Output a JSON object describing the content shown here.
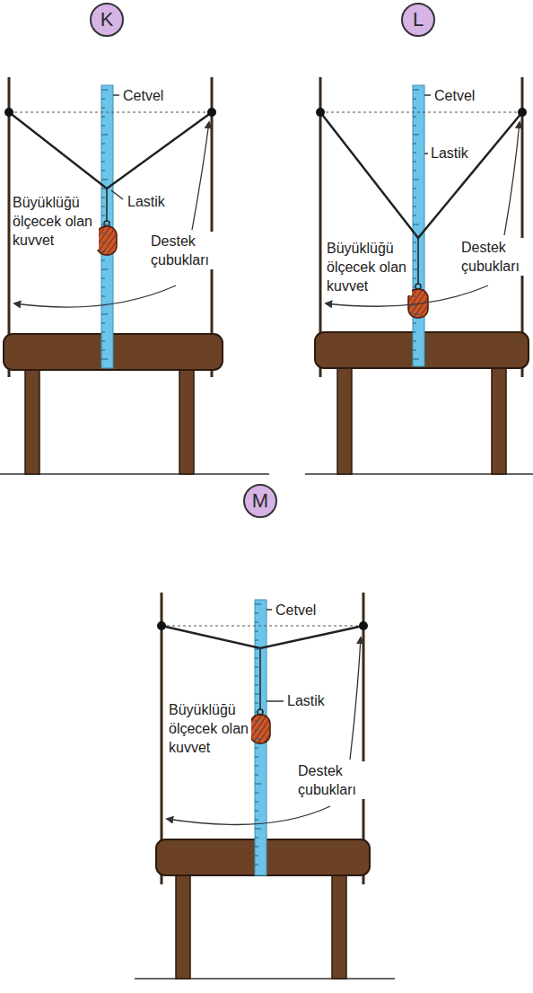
{
  "diagram": {
    "nodes": [
      {
        "text": [
          "K"
        ]
      },
      {
        "text": [
          "L"
        ]
      },
      {
        "text": [
          "M"
        ]
      }
    ],
    "labels": [
      "Cetvel",
      "Lastik",
      "Büyüklüğü ölçecek olan kuvvet",
      "Destek çubukları",
      "Cetvel",
      "Lastik",
      "Büyüklüğü ölçecek olan kuvvet",
      "Destek çubukları",
      "Cetvel",
      "Lastik",
      "Büyüklüğü ölçecek olan kuvvet",
      "Destek çubukları"
    ]
  }
}
